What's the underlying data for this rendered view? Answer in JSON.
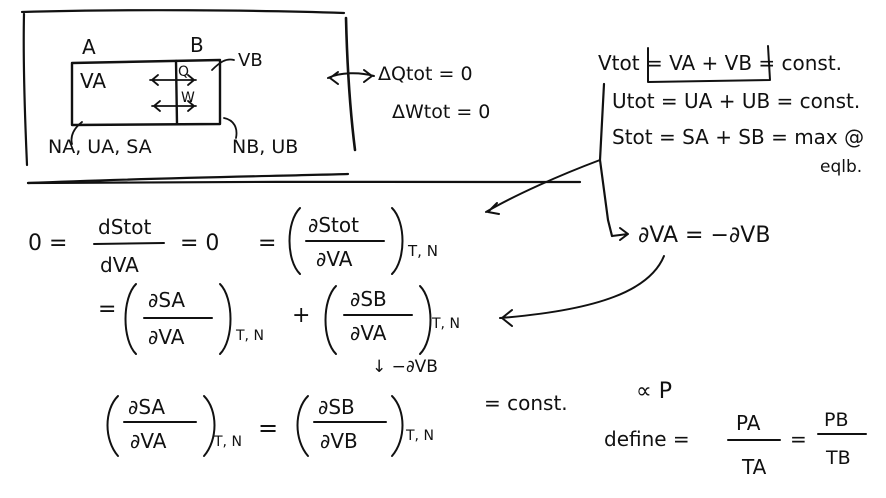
{
  "diagram": {
    "label_a": "A",
    "label_b": "B",
    "label_va": "VA",
    "label_vb": "VB",
    "label_q": "Q",
    "label_w": "W",
    "label_na_ua_sa": "NA, UA, SA",
    "label_nb_ub": "NB, UB",
    "heat_constraint": "ΔQtot = 0",
    "work_constraint": "ΔWtot = 0"
  },
  "constraints": {
    "volume": "Vtot = VA + VB = const.",
    "energy": "Utot = UA + UB = const.",
    "entropy": "Stot = SA + SB = max @",
    "entropy_note": "eqlb.",
    "dv_relation": "∂VA = −∂VB"
  },
  "derivation": {
    "line1_lhs": "0 =",
    "line1_frac_num": "dStot",
    "line1_frac_den": "dVA",
    "line1_eq0": "= 0",
    "line1_eq": "=",
    "line1_partial_num": "∂Stot",
    "line1_partial_den": "∂VA",
    "line1_sub": "T, N",
    "line2_eq": "=",
    "line2_term1_num": "∂SA",
    "line2_term1_den": "∂VA",
    "line2_sub1": "T, N",
    "line2_plus": "+",
    "line2_term2_num": "∂SB",
    "line2_term2_den": "∂VA",
    "line2_sub2": "T, N",
    "line2_sub_note": "↓ −∂VB",
    "line3_term1_num": "∂SA",
    "line3_term1_den": "∂VA",
    "line3_sub1": "T, N",
    "line3_eq": "=",
    "line3_term2_num": "∂SB",
    "line3_term2_den": "∂VB",
    "line3_sub2": "T, N",
    "line3_const": "= const.",
    "proportional": "∝ P",
    "define": "define =",
    "pa": "PA",
    "ta": "TA",
    "eq_small": "=",
    "pb": "PB",
    "tb": "TB"
  }
}
